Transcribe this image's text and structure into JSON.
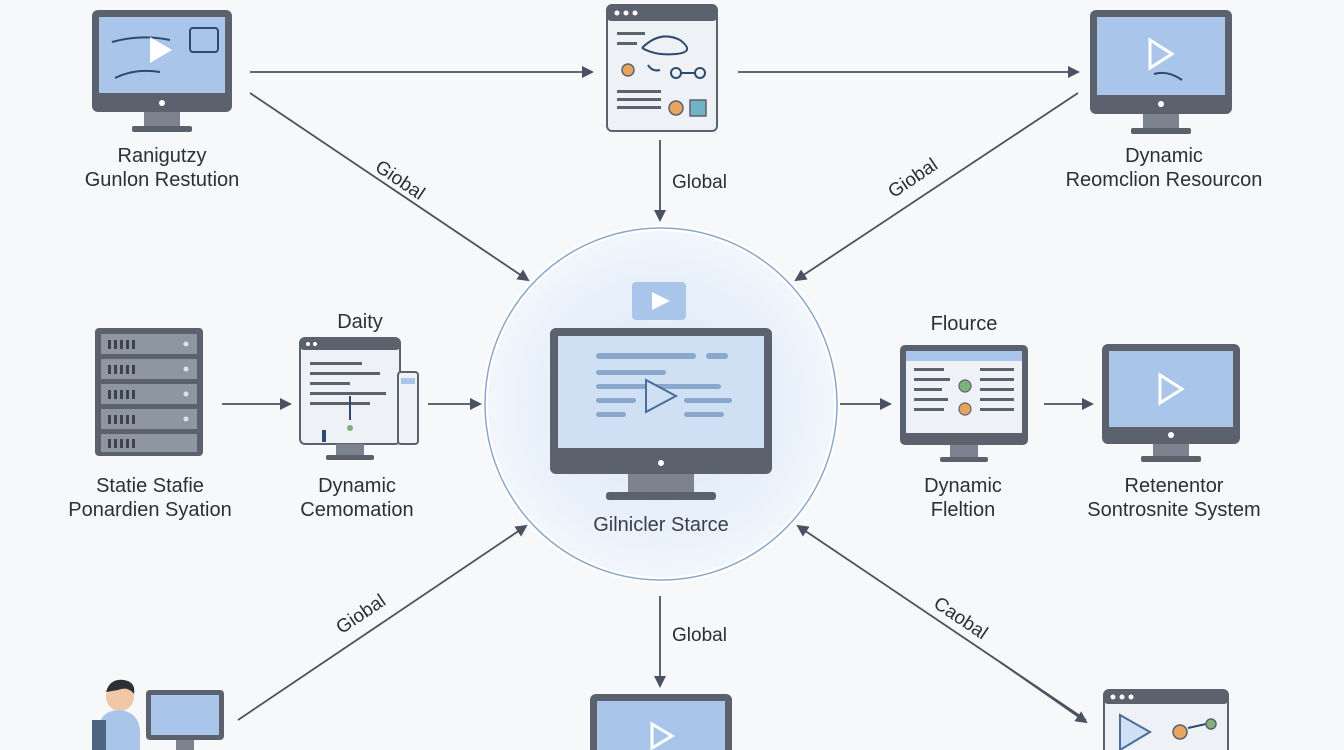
{
  "nodes": {
    "top_left": {
      "line1": "Ranigutzy",
      "line2": "Gunlon Restution"
    },
    "top_right": {
      "line1": "Dynamic",
      "line2": "Reomclion Resourcon"
    },
    "mid_left_a": {
      "line1": "Statie Stafie",
      "line2": "Ponardien Syation"
    },
    "mid_left_b": {
      "top": "Daity",
      "line1": "Dynamic",
      "line2": "Cemomation"
    },
    "center": {
      "caption": "Gilnicler Starce"
    },
    "mid_right_a": {
      "top": "Flource",
      "line1": "Dynamic",
      "line2": "Fleltion"
    },
    "mid_right_b": {
      "line1": "Retenentor",
      "line2": "Sontrosnite System"
    }
  },
  "edges": {
    "tl_center": "Giobal",
    "top_center": "Global",
    "tr_center": "Giobal",
    "bl_center": "Giobal",
    "bottom_center": "Global",
    "br_center": "Caobal"
  },
  "colors": {
    "screen": "#a9c6ea",
    "monitor_frame": "#5b626d",
    "stand": "#7c838e",
    "arrow": "#4a5160",
    "circle_stroke": "#8aa8cc",
    "accent_orange": "#e8a35c",
    "accent_green": "#7fb27a",
    "accent_teal": "#6fb3c4"
  }
}
